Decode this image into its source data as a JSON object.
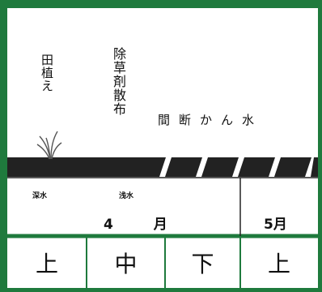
{
  "labels": {
    "taue": "田植え",
    "josou": "除草剤散布",
    "kanshi": "間断かん水",
    "deep_water": "深水",
    "shallow_water": "浅水"
  },
  "months": {
    "april": "4 月",
    "may": "5月"
  },
  "periods": [
    "上",
    "中",
    "下",
    "上"
  ],
  "colors": {
    "frame": "#1f7a3d",
    "stripe": "#222222"
  },
  "icons": {
    "seedling": "rice-seedling-icon"
  }
}
